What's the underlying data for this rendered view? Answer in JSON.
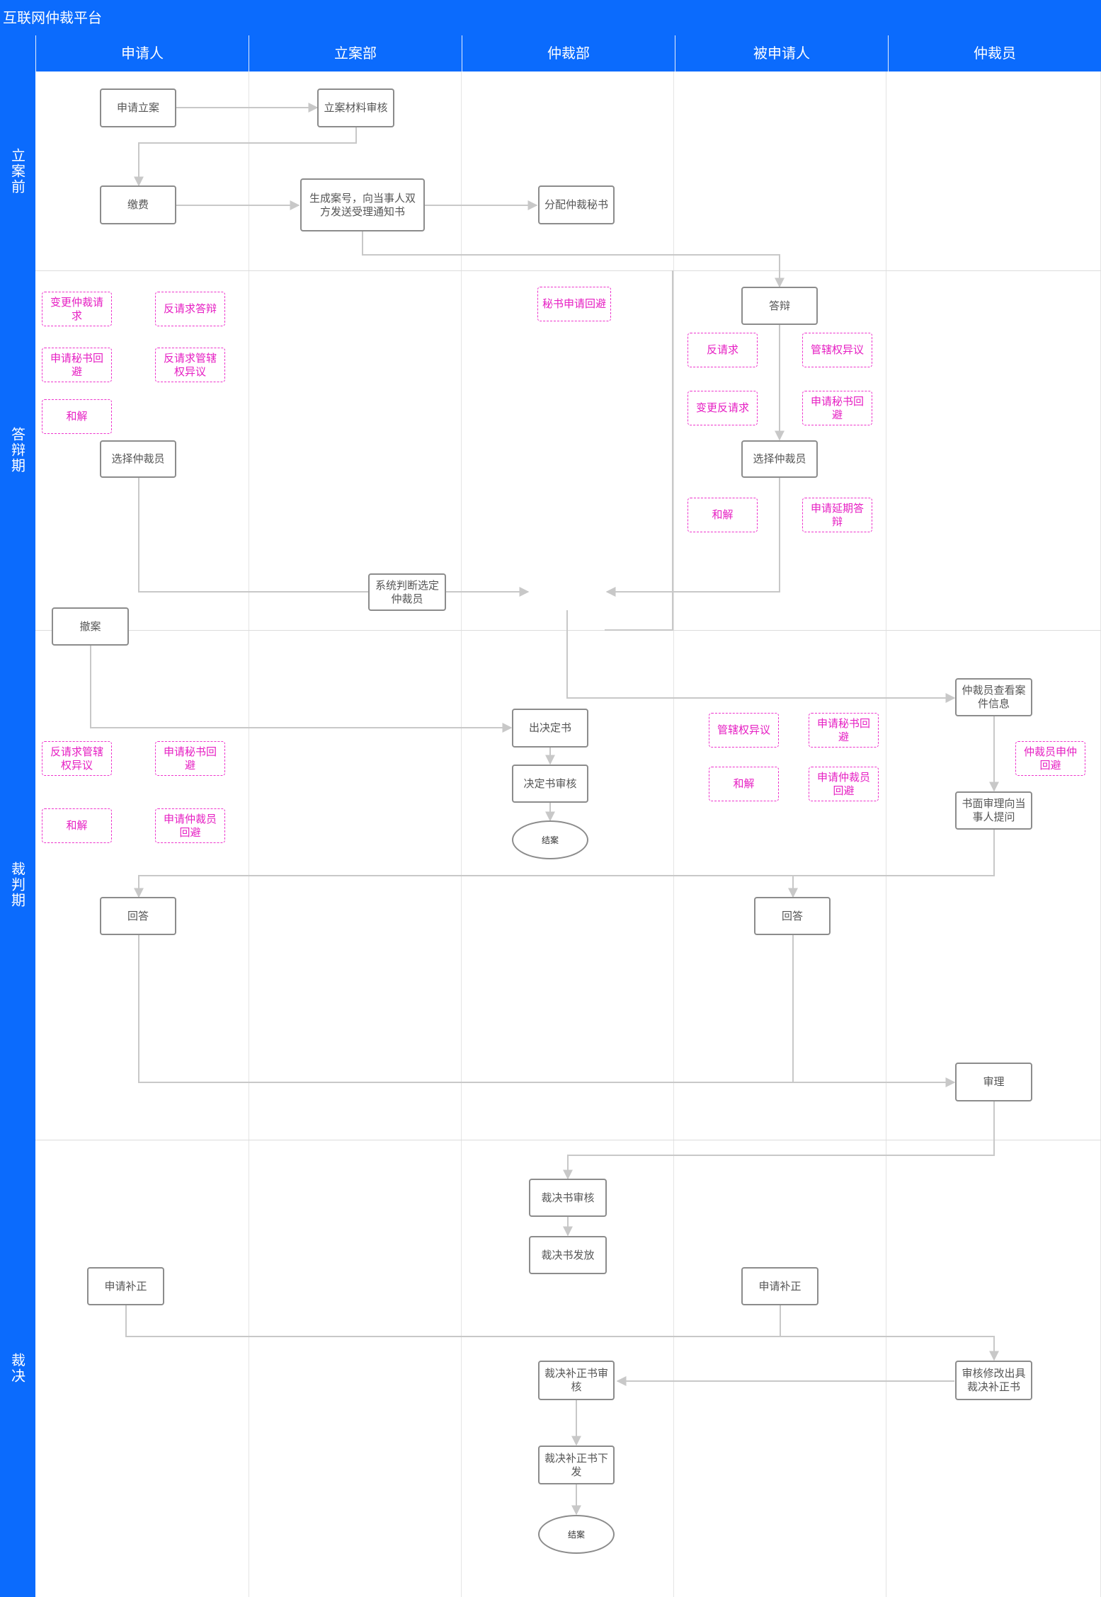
{
  "app": {
    "title": "互联网仲裁平台"
  },
  "columns": [
    "申请人",
    "立案部",
    "仲裁部",
    "被申请人",
    "仲裁员"
  ],
  "phases": [
    "立案前",
    "答辩期",
    "裁判期",
    "裁决"
  ],
  "colors": {
    "header_bg": "#0b6bfd",
    "optional_border": "#ee33cc",
    "optional_text": "#e61fc3",
    "node_border": "#8c8c8c",
    "edge": "#c8c8c8"
  },
  "nodes": {
    "apply_filing": "申请立案",
    "material_review": "立案材料审核",
    "pay_fee": "缴费",
    "generate_case": "生成案号，向当事人双方发送受理通知书",
    "assign_secretary": "分配仲裁秘书",
    "defense": "答辩",
    "applicant_choose": "选择仲裁员",
    "respondent_choose": "选择仲裁员",
    "system_select": "系统判断选定仲裁员",
    "withdraw": "撤案",
    "arbitrator_view": "仲裁员查看案件信息",
    "issue_decision": "出决定书",
    "decision_review": "决定书审核",
    "close1": "结案",
    "written_review": "书面审理向当事人提问",
    "applicant_answer": "回答",
    "respondent_answer": "回答",
    "hearing": "审理",
    "award_review": "裁决书审核",
    "award_issue": "裁决书发放",
    "applicant_correction": "申请补正",
    "respondent_correction": "申请补正",
    "review_correction": "审核修改出具裁决补正书",
    "correction_review": "裁决补正书审核",
    "correction_issue": "裁决补正书下发",
    "close2": "结案"
  },
  "optional": {
    "a1": "变更仲裁请求",
    "a2": "反请求答辩",
    "a3": "申请秘书回避",
    "a4": "反请求管辖权异议",
    "a5": "和解",
    "s1": "秘书申请回避",
    "r1": "反请求",
    "r2": "管辖权异议",
    "r3": "变更反请求",
    "r4": "申请秘书回避",
    "r5": "和解",
    "r6": "申请延期答辩",
    "b1": "反请求管辖权异议",
    "b2": "申请秘书回避",
    "b3": "和解",
    "b4": "申请仲裁员回避",
    "c1": "管辖权异议",
    "c2": "申请秘书回避",
    "c3": "和解",
    "c4": "申请仲裁员回避",
    "d1": "仲裁员申仲回避"
  }
}
